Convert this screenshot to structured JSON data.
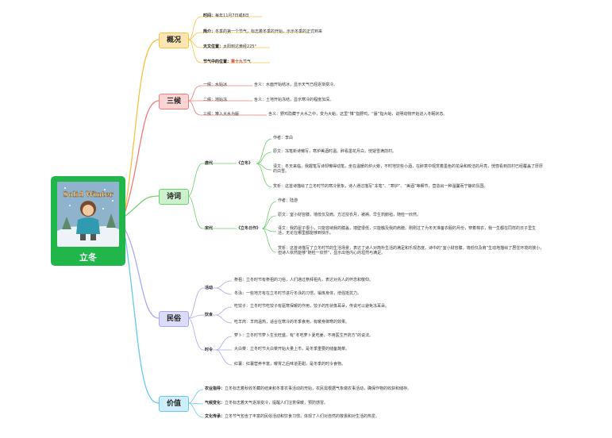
{
  "root": {
    "title": "立冬",
    "image_title": "Solid Winter"
  },
  "colors": {
    "overview": "#f6c141",
    "customs3": "#f07c7c",
    "poems": "#6bd06b",
    "folk": "#a9a9ef",
    "value": "#68c8ec",
    "root": "#21b64a"
  },
  "overview": {
    "label": "概况",
    "time_label": "时间：",
    "time_value": "每年11月7日或8日",
    "intro_label": "简介：",
    "intro_value": "冬季的第一个节气，标志着冬季的开始，示示冬季的正式到来",
    "astro_label": "天文位置：",
    "astro_value": "太阳到达黄经225°",
    "order_label": "节气中的位置：",
    "order_value": "第十九",
    "order_suffix": "节气"
  },
  "sanhou": {
    "label": "三候",
    "items": [
      {
        "name": "一候：水始冰",
        "desc": "含义：水面开始结冰，显示天气已经逐渐变冷。"
      },
      {
        "name": "二候：地始冻",
        "desc": "含义：土地开始冻结，显示寒冷的程度加深。"
      },
      {
        "name": "三候：雉入大水为蜃",
        "desc": "含义：野鸡隐藏于大水之中，变为大蛤，这里“雉”指野鸡，“蜃”指大蛤，说明动物开始进入冬眠状态。"
      }
    ]
  },
  "poems": {
    "label": "诗词",
    "tang": {
      "era": "唐代",
      "title": "《立冬》",
      "author": "作者：李白",
      "text": "原文：冻笔新诗懒写，寒炉美酒时温。醉看墨花月白，恍疑雪满前村。",
      "trans": "译文：冬天来临，我握笔写诗却懒得动笔，坐在温暖的炉火旁，不时地饮些小酒，在醉意中观赏着墨色的花朵和皎洁的月亮，恍惚看到前村已经覆盖了厚厚的白雪。",
      "analysis": "赏析：这首诗描绘了立冬时节的寒冷景象，诗人通过描写“冻笔”、“寒炉”、“美酒”等细节，营造出一种温馨而宁静的氛围。"
    },
    "song": {
      "era": "宋代",
      "title": "《立冬日作》",
      "author": "作者：陆游",
      "text": "原文：室小财容膝，墙低仅及肩。方过授衣月，被褥。早生鹑鹅毡，随检一欣然。",
      "trans": "译文：我的屋子很小，只能容纳我的膝盖，墙壁很低，只能触及我的肩膀。刚刚过了为冬天准备衣服的月份，穿着棉衣，我一生都在同样的日子里生活，无论在哪里都能够到快乐。",
      "analysis": "赏析：这首诗描写了立冬时节的生活场景，表达了诗人对简朴生活的满足和乐观态度。诗中的“室小财容膝，墙低仅及肩”生动地描绘了居住环境的狭小，但诗人依然能够“随检一欣然”，显示出他内心的坦然与满足。"
    }
  },
  "folk": {
    "label": "民俗",
    "activity": {
      "name": "活动",
      "items": [
        "祭祖：立冬时节有祭祖的习俗，人们通过祭拜祖先，表达对先人的怀念和敬仰。",
        "冬泳：一些地方有在立冬时节进行冬泳的习惯，锻炼身体，增强抵抗力。"
      ]
    },
    "food": {
      "name": "饮食",
      "items": [
        "吃饺子：立冬时节吃饺子有驱寒保暖的作用，饺子的形状像耳朵，传说可以避免冻耳朵。",
        "吃羊肉：羊肉温热，适合在寒冷的冬季食用，有暖身御寒的效果。"
      ]
    },
    "season": {
      "name": "时令",
      "items": [
        "萝卜：立冬时节萝卜生长旺盛，有“冬吃萝卜夏吃姜，不用医生开药方”的说法。",
        "大白菜：立冬时节大白菜开始大量上市，是冬季重要的储备蔬菜。",
        "红薯：红薯营养丰富，暖胃之后味道更甜，是冬季的时令食物。"
      ]
    }
  },
  "value": {
    "label": "价值",
    "items": [
      {
        "name": "农业指导：",
        "desc": "立冬标志着秋收冬藏的结束和冬季农事活动的开始，农民需根据气象做农事活动，确保作物的收获和储存。"
      },
      {
        "name": "气候变化：",
        "desc": "立冬标志着天气逐渐变冷，提醒人们注意保暖，预防感冒。"
      },
      {
        "name": "文化传承：",
        "desc": "立冬节气包含了丰富的民俗活动和饮食习惯，体现了人们对自然的敬畏和对生活的热爱。"
      }
    ]
  }
}
